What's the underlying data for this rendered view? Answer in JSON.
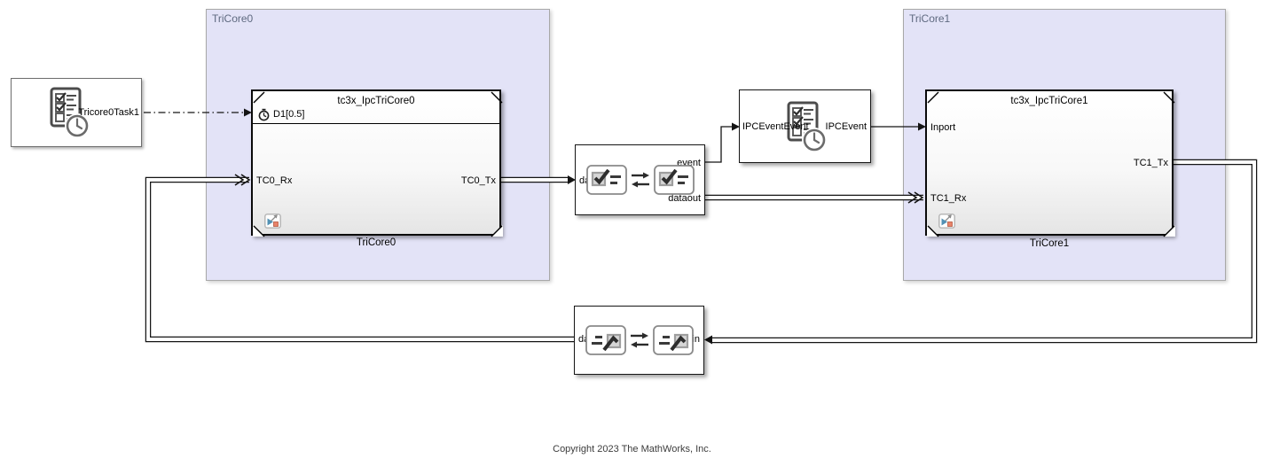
{
  "areas": {
    "tricore0": {
      "label": "TriCore0"
    },
    "tricore1": {
      "label": "TriCore1"
    }
  },
  "blocks": {
    "task": {
      "label": "Tricore0Task1"
    },
    "model0": {
      "title": "tc3x_IpcTriCore0",
      "caption": "TriCore0",
      "ports": {
        "d1": "D1[0.5]",
        "rx": "TC0_Rx",
        "tx": "TC0_Tx"
      }
    },
    "ipc_top": {
      "ports": {
        "datain": "datain",
        "event": "event",
        "dataout": "dataout"
      }
    },
    "ipc_event": {
      "ports": {
        "in": "IPCEventEvent",
        "out": "IPCEvent"
      }
    },
    "model1": {
      "title": "tc3x_IpcTriCore1",
      "caption": "TriCore1",
      "ports": {
        "inport": "Inport",
        "rx": "TC1_Rx",
        "tx": "TC1_Tx"
      }
    },
    "ipc_bottom": {
      "ports": {
        "dataout": "dataout",
        "datain": "datain"
      }
    }
  },
  "footer": {
    "copyright": "Copyright 2023 The MathWorks, Inc."
  },
  "colors": {
    "area_fill": "#e3e3f7",
    "area_border": "#a8a8a8",
    "area_label": "#5f6a80",
    "wire": "#141414",
    "badge_triangle": "#5291b4",
    "badge_square": "#e8836a"
  }
}
